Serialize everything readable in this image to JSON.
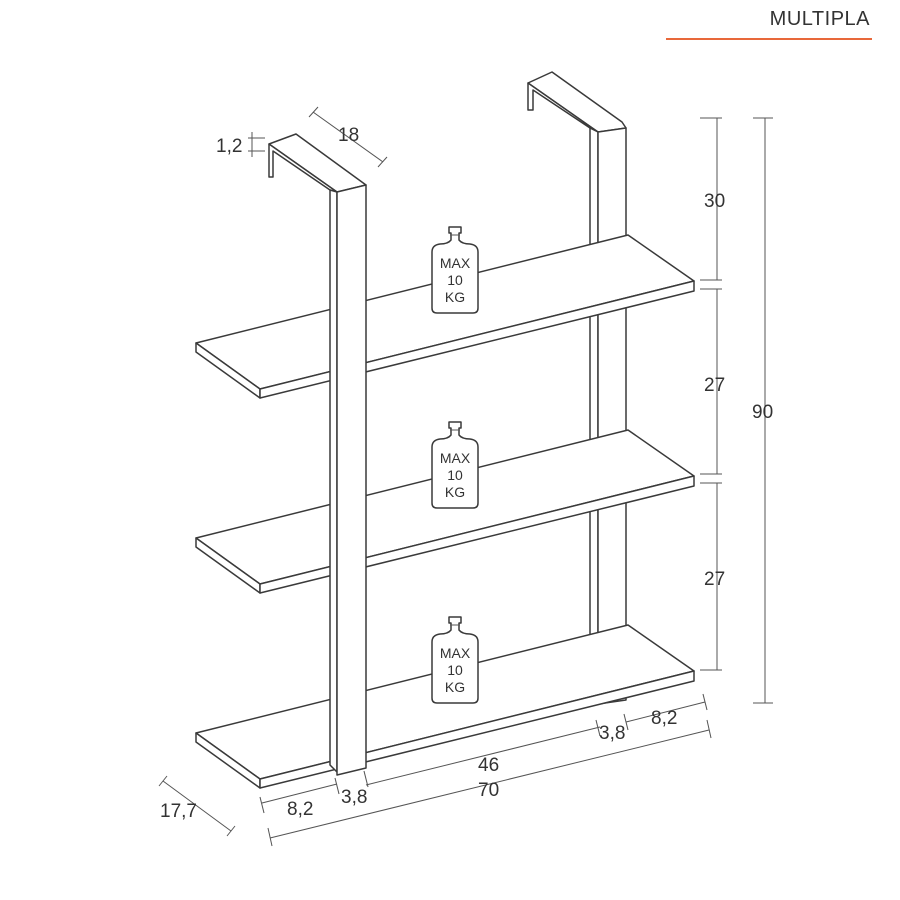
{
  "header": {
    "title": "MULTIPLA",
    "accent_color": "#e8683a"
  },
  "dimensions": {
    "bracket_thickness": "1,2",
    "bracket_depth": "18",
    "shelf_depth": "17,7",
    "spacing_top": "30",
    "spacing_middle": "27",
    "spacing_bottom": "27",
    "total_height": "90",
    "total_width": "70",
    "inner_width": "46",
    "left_overhang": "8,2",
    "left_upright_width": "3,8",
    "right_upright_width": "3,8",
    "right_overhang": "8,2"
  },
  "load_labels": [
    {
      "line1": "MAX",
      "line2": "10",
      "line3": "KG"
    },
    {
      "line1": "MAX",
      "line2": "10",
      "line3": "KG"
    },
    {
      "line1": "MAX",
      "line2": "10",
      "line3": "KG"
    }
  ]
}
